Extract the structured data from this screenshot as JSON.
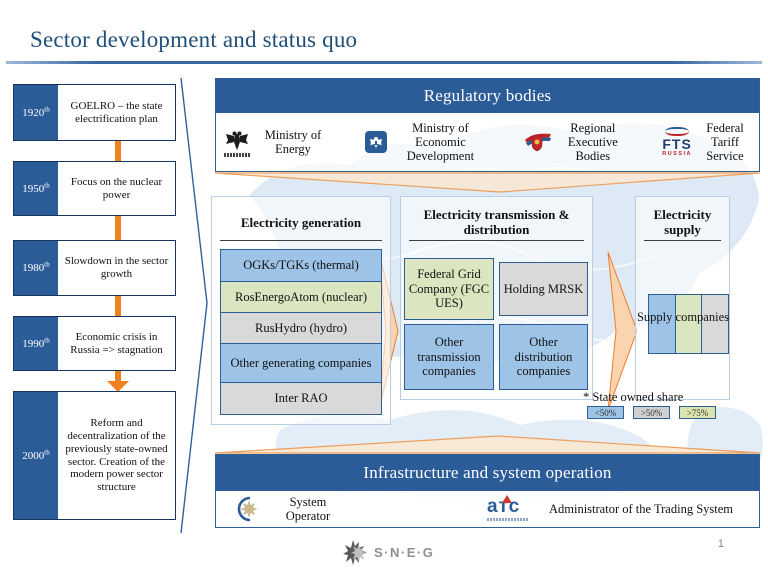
{
  "slide": {
    "title": "Sector development and status quo",
    "page_number": "1",
    "footer_brand": "S·N·E·G"
  },
  "palette": {
    "accent_blue": "#2b5c98",
    "orange": "#ef8122",
    "share_lt50": "#9dc3e6",
    "share_gt50": "#d9d9d9",
    "share_gt75": "#dbe5c0"
  },
  "timeline": {
    "items": [
      {
        "year": "1920",
        "suffix": "th",
        "text": "GOELRO – the state electrification plan"
      },
      {
        "year": "1950",
        "suffix": "th",
        "text": "Focus on the nuclear power"
      },
      {
        "year": "1980",
        "suffix": "th",
        "text": "Slowdown in the sector growth"
      },
      {
        "year": "1990",
        "suffix": "th",
        "text": "Economic crisis in Russia => stagnation"
      },
      {
        "year": "2000",
        "suffix": "th",
        "text": "Reform and decentralization of the previously state-owned sector. Creation of the modern power sector structure"
      }
    ]
  },
  "regulatory": {
    "title": "Regulatory bodies",
    "bodies": [
      {
        "label": "Ministry of Energy",
        "icon": "ministry-of-energy-emblem"
      },
      {
        "label": "Ministry of Economic Development",
        "icon": "ministry-of-economic-development-emblem"
      },
      {
        "label": "Regional Executive Bodies",
        "icon": "regional-executive-bodies-emblem"
      },
      {
        "label": "Federal Tariff Service",
        "icon": "fts-russia-logo",
        "icon_text": "FTS",
        "icon_subtext": "RUSSIA"
      }
    ]
  },
  "columns": {
    "generation": {
      "title": "Electricity generation",
      "items": [
        {
          "label": "OGKs/TGKs (thermal)",
          "state_share": "<50%"
        },
        {
          "label": "RosEnergoAtom (nuclear)",
          "state_share": ">75%"
        },
        {
          "label": "RusHydro (hydro)",
          "state_share": ">50%"
        },
        {
          "label": "Other generating companies",
          "state_share": "<50%"
        },
        {
          "label": "Inter RAO",
          "state_share": ">50%"
        }
      ]
    },
    "transmission": {
      "title": "Electricity transmission & distribution",
      "items": [
        {
          "label": "Federal Grid Company (FGC UES)",
          "state_share": ">75%"
        },
        {
          "label": "Holding MRSK",
          "state_share": ">50%"
        },
        {
          "label": "Other transmission companies",
          "state_share": "<50%"
        },
        {
          "label": "Other distribution companies",
          "state_share": "<50%"
        }
      ]
    },
    "supply": {
      "title": "Electricity supply",
      "items": [
        {
          "label": "Supply companies",
          "state_share": "mixed"
        }
      ]
    }
  },
  "legend": {
    "note": "* State owned share",
    "items": [
      {
        "label": "<50%",
        "color": "#9dc3e6"
      },
      {
        "label": ">50%",
        "color": "#d9d9d9"
      },
      {
        "label": ">75%",
        "color": "#dbe3ae"
      }
    ]
  },
  "infrastructure": {
    "title": "Infrastructure and system operation",
    "bodies": [
      {
        "label": "System Operator",
        "icon": "system-operator-logo"
      },
      {
        "label": "Administrator of the Trading System",
        "icon": "atc-logo",
        "icon_text": "атс"
      }
    ]
  }
}
